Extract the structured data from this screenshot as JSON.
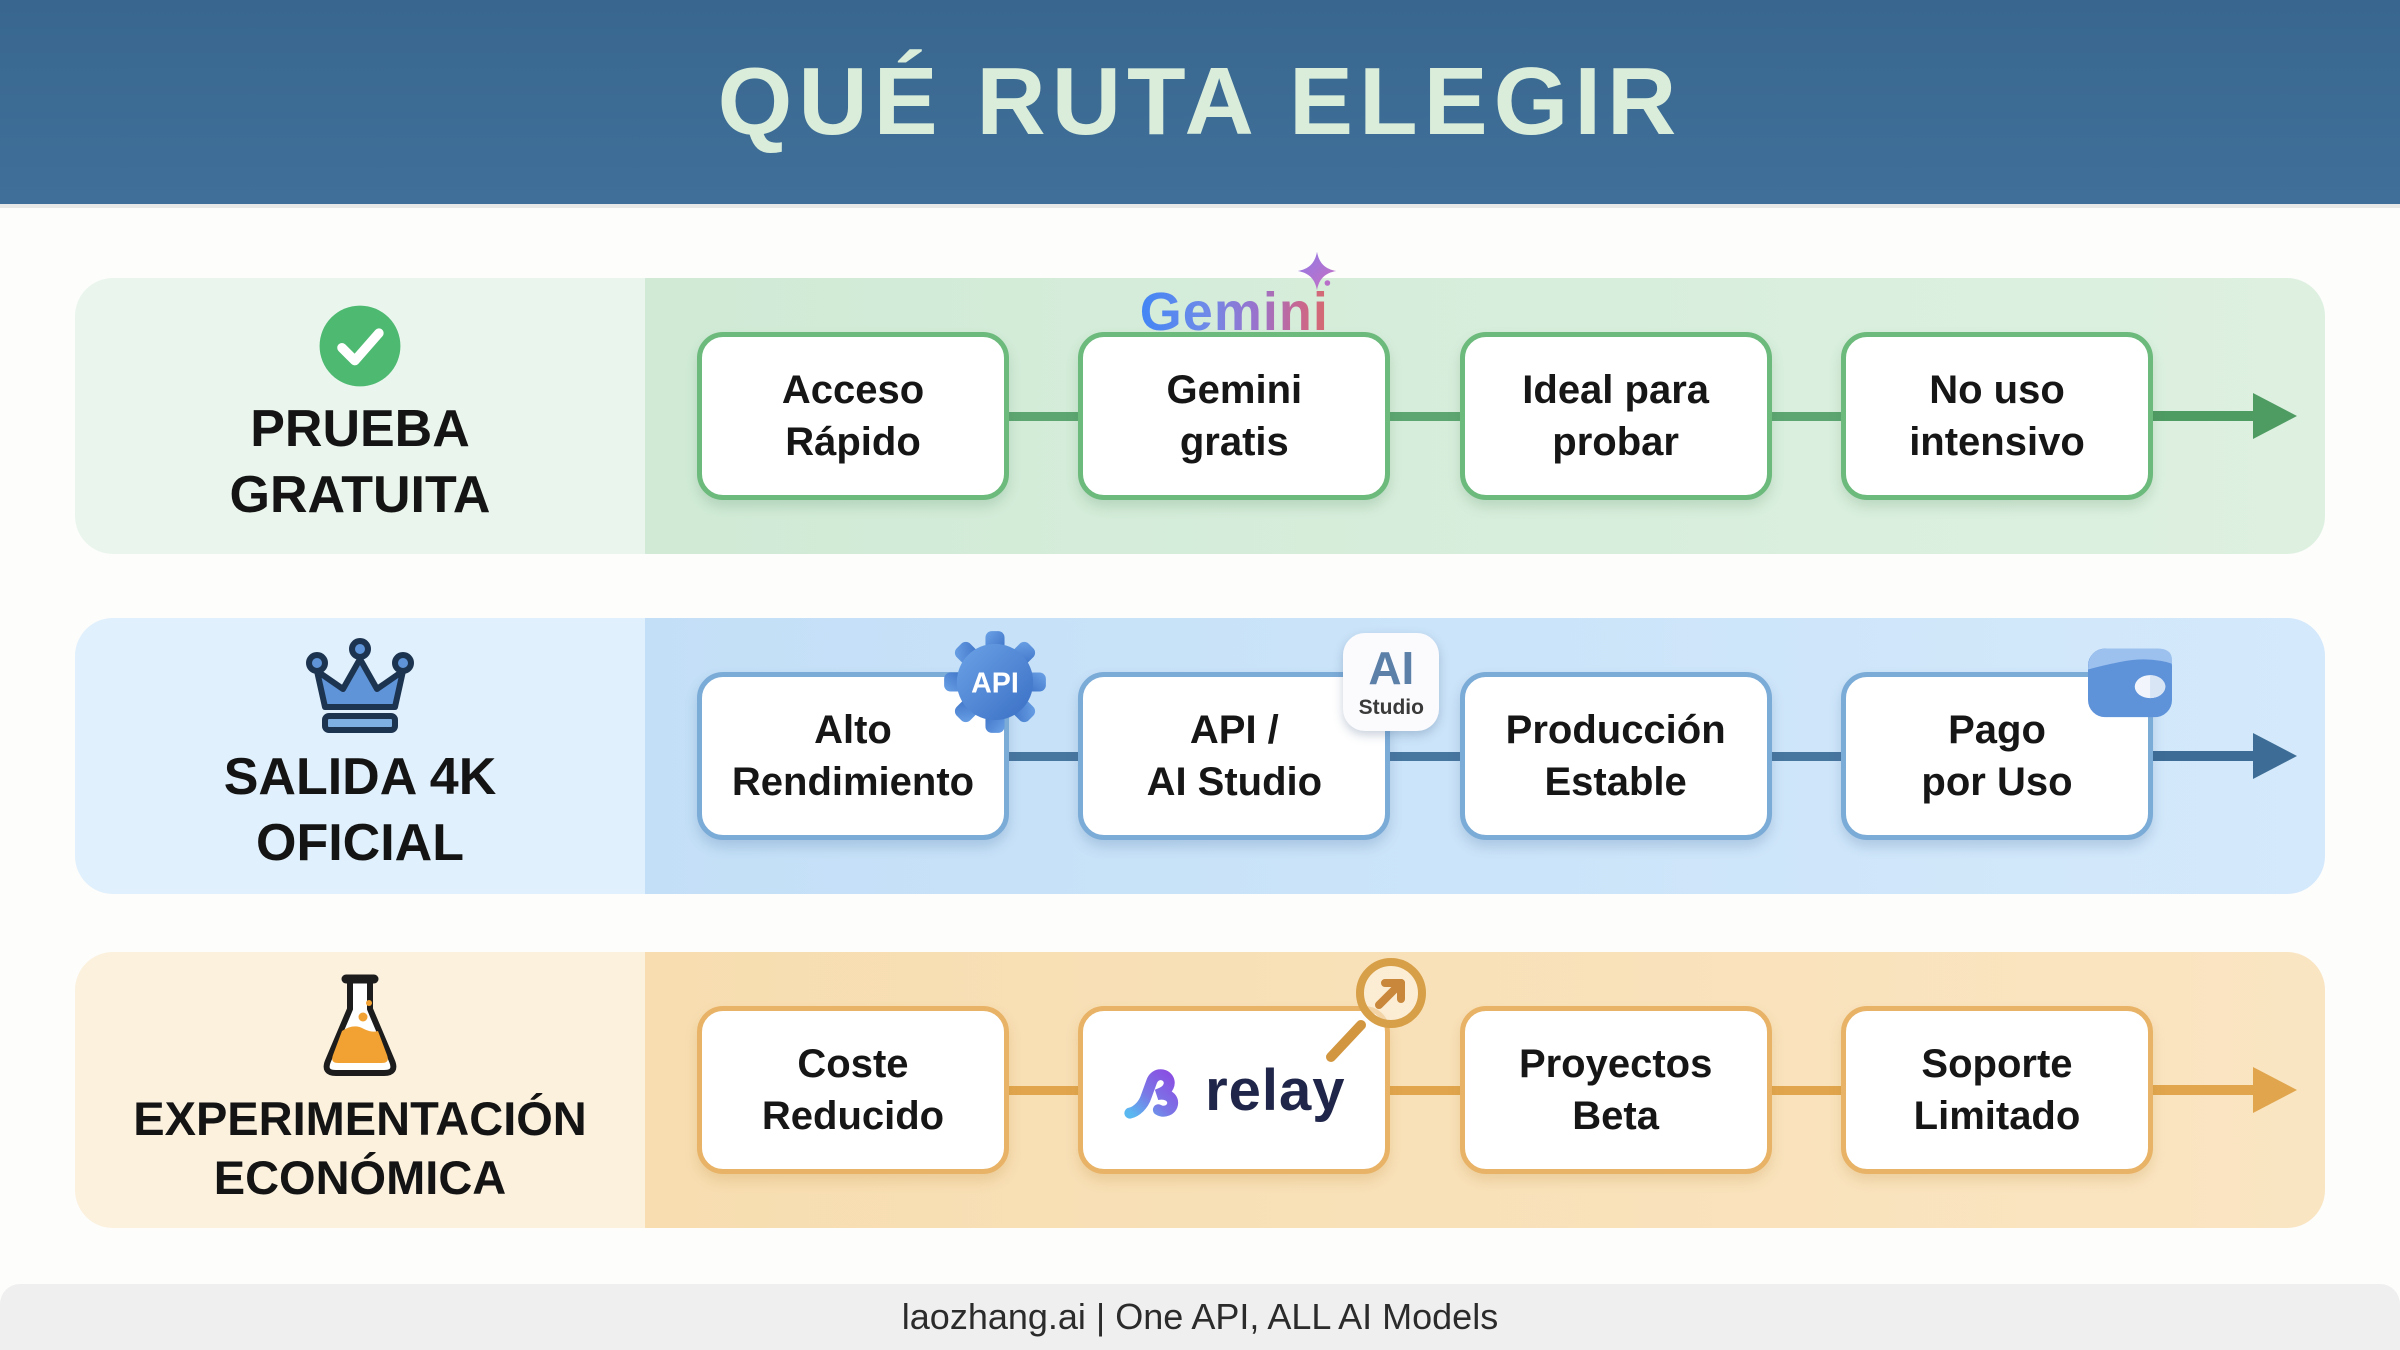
{
  "title": "QUÉ RUTA ELEGIR",
  "footer": {
    "text": "laozhang.ai | One API, ALL AI Models"
  },
  "colors": {
    "header_bg": "#3d6c94",
    "title_text": "#d9edda",
    "green_row": {
      "label_bg": "#eaf6ed",
      "content_bg": "#d5edda",
      "box_border": "#6cba7c",
      "connector": "#5da671",
      "arrow": "#4f9c63",
      "check": "#4db971"
    },
    "blue_row": {
      "label_bg": "#e0f0fc",
      "content_bg": "#c9e3f8",
      "box_border": "#7babd7",
      "connector": "#47769f",
      "arrow": "#3d6d96",
      "crown": "#5f94d8"
    },
    "orange_row": {
      "label_bg": "#fbf1dd",
      "content_bg": "#f8dfb4",
      "box_border": "#e8b366",
      "connector": "#e0a54d",
      "arrow": "#e0a54d",
      "flask_liquid": "#f2a233"
    },
    "footer_bg": "#efefef",
    "gemini_gradient": [
      "#4286f5",
      "#9a72cc",
      "#d66a6e"
    ],
    "relay_gradient": [
      "#5ab8f0",
      "#8a4de2"
    ]
  },
  "rows": [
    {
      "icon": "check-circle-icon",
      "label": {
        "line1": "PRUEBA",
        "line2": "GRATUITA"
      },
      "steps": [
        {
          "line1": "Acceso",
          "line2": "Rápido"
        },
        {
          "line1": "Gemini",
          "line2": "gratis",
          "logo": "Gemini"
        },
        {
          "line1": "Ideal para",
          "line2": "probar"
        },
        {
          "line1": "No uso",
          "line2": "intensivo"
        }
      ]
    },
    {
      "icon": "crown-icon",
      "label": {
        "line1": "SALIDA 4K",
        "line2": "OFICIAL"
      },
      "steps": [
        {
          "line1": "Alto",
          "line2": "Rendimiento",
          "badge": "API"
        },
        {
          "line1": "API /",
          "line2": "AI Studio",
          "badge_line1": "AI",
          "badge_line2": "Studio"
        },
        {
          "line1": "Producción",
          "line2": "Estable"
        },
        {
          "line1": "Pago",
          "line2": "por Uso"
        }
      ]
    },
    {
      "icon": "flask-icon",
      "label": {
        "line1": "EXPERIMENTACIÓN",
        "line2": "ECONÓMICA"
      },
      "steps": [
        {
          "line1": "Coste",
          "line2": "Reducido"
        },
        {
          "logo": "relay"
        },
        {
          "line1": "Proyectos",
          "line2": "Beta"
        },
        {
          "line1": "Soporte",
          "line2": "Limitado"
        }
      ]
    }
  ]
}
